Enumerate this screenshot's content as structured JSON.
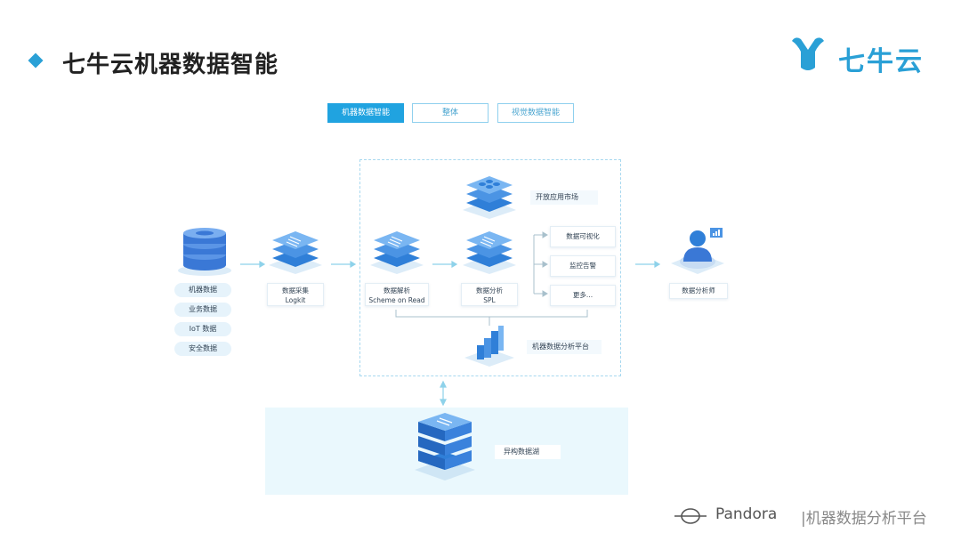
{
  "header": {
    "title": "七牛云机器数据智能",
    "logo_text": "七牛云"
  },
  "tabs": [
    {
      "label": "机器数据智能",
      "active": true
    },
    {
      "label": "整体",
      "active": false
    },
    {
      "label": "视觉数据智能",
      "active": false
    }
  ],
  "sources": [
    "机器数据",
    "业务数据",
    "IoT 数据",
    "安全数据"
  ],
  "collect": {
    "line1": "数据采集",
    "line2": "Logkit"
  },
  "parse": {
    "line1": "数据解析",
    "line2": "Scheme on Read"
  },
  "analyze": {
    "line1": "数据分析",
    "line2": "SPL"
  },
  "market": "开放应用市场",
  "outputs": [
    "数据可视化",
    "监控告警",
    "更多..."
  ],
  "platform": "机器数据分析平台",
  "analyst": "数据分析师",
  "lake": "异构数据湖",
  "footer": {
    "brand": "Pandora",
    "tagline": "|机器数据分析平台"
  },
  "colors": {
    "accent": "#20a3e0",
    "icon_blue": "#2f7fd8"
  }
}
